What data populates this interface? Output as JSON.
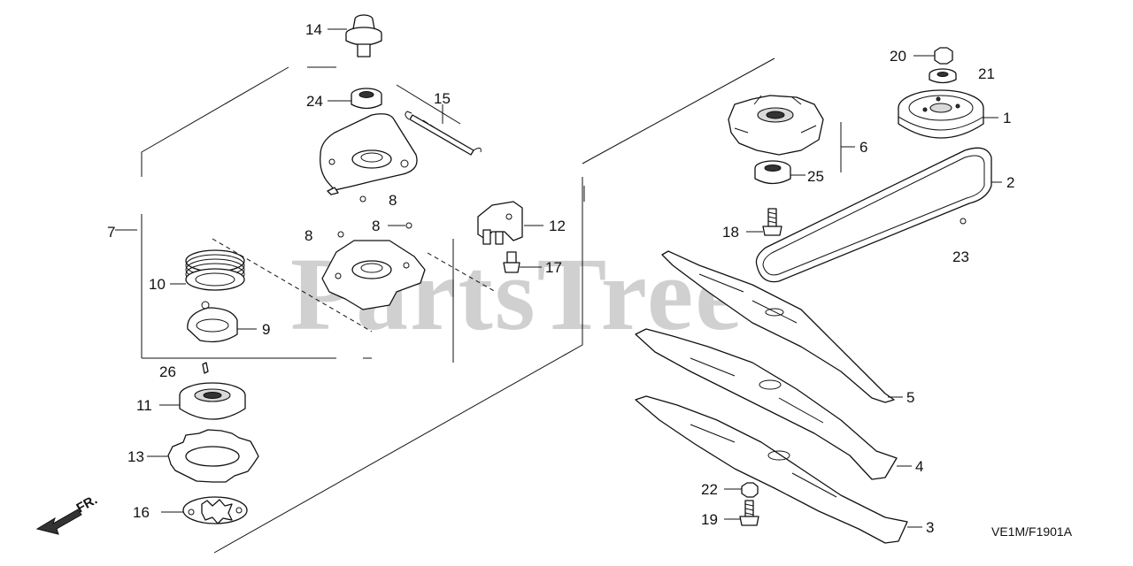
{
  "watermark": {
    "text": "PartsTree",
    "trademark": "™"
  },
  "diagram_code": "VE1M/F1901A",
  "direction": {
    "label": "FR."
  },
  "callouts": {
    "c1": "1",
    "c2": "2",
    "c3": "3",
    "c4": "4",
    "c5": "5",
    "c6": "6",
    "c7": "7",
    "c8a": "8",
    "c8b": "8",
    "c8c": "8",
    "c9": "9",
    "c10": "10",
    "c11": "11",
    "c12": "12",
    "c13": "13",
    "c14": "14",
    "c15": "15",
    "c16": "16",
    "c17": "17",
    "c18": "18",
    "c19": "19",
    "c20": "20",
    "c21": "21",
    "c22": "22",
    "c23": "23",
    "c24": "24",
    "c25": "25",
    "c26": "26"
  }
}
